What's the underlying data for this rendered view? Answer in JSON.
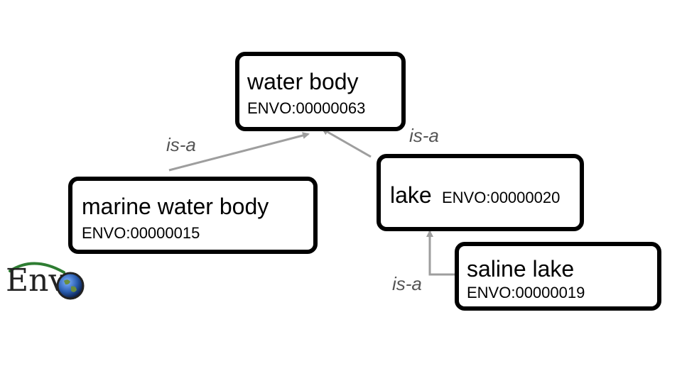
{
  "nodes": {
    "water_body": {
      "label": "water body",
      "id": "ENVO:00000063"
    },
    "marine_water_body": {
      "label": "marine water body",
      "id": "ENVO:00000015"
    },
    "lake": {
      "label": "lake",
      "id": "ENVO:00000020"
    },
    "saline_lake": {
      "label": "saline lake",
      "id": "ENVO:00000019"
    }
  },
  "edges": [
    {
      "from": "marine water body",
      "to": "water body",
      "relation": "is-a"
    },
    {
      "from": "lake",
      "to": "water body",
      "relation": "is-a"
    },
    {
      "from": "saline lake",
      "to": "lake",
      "relation": "is-a"
    }
  ],
  "logo": {
    "text": "Env"
  },
  "colors": {
    "node_border": "#000000",
    "arrow": "#9e9e9e",
    "relation_text": "#555555",
    "logo_arc": "#2e7d32",
    "logo_globe": "#2a5db0"
  }
}
